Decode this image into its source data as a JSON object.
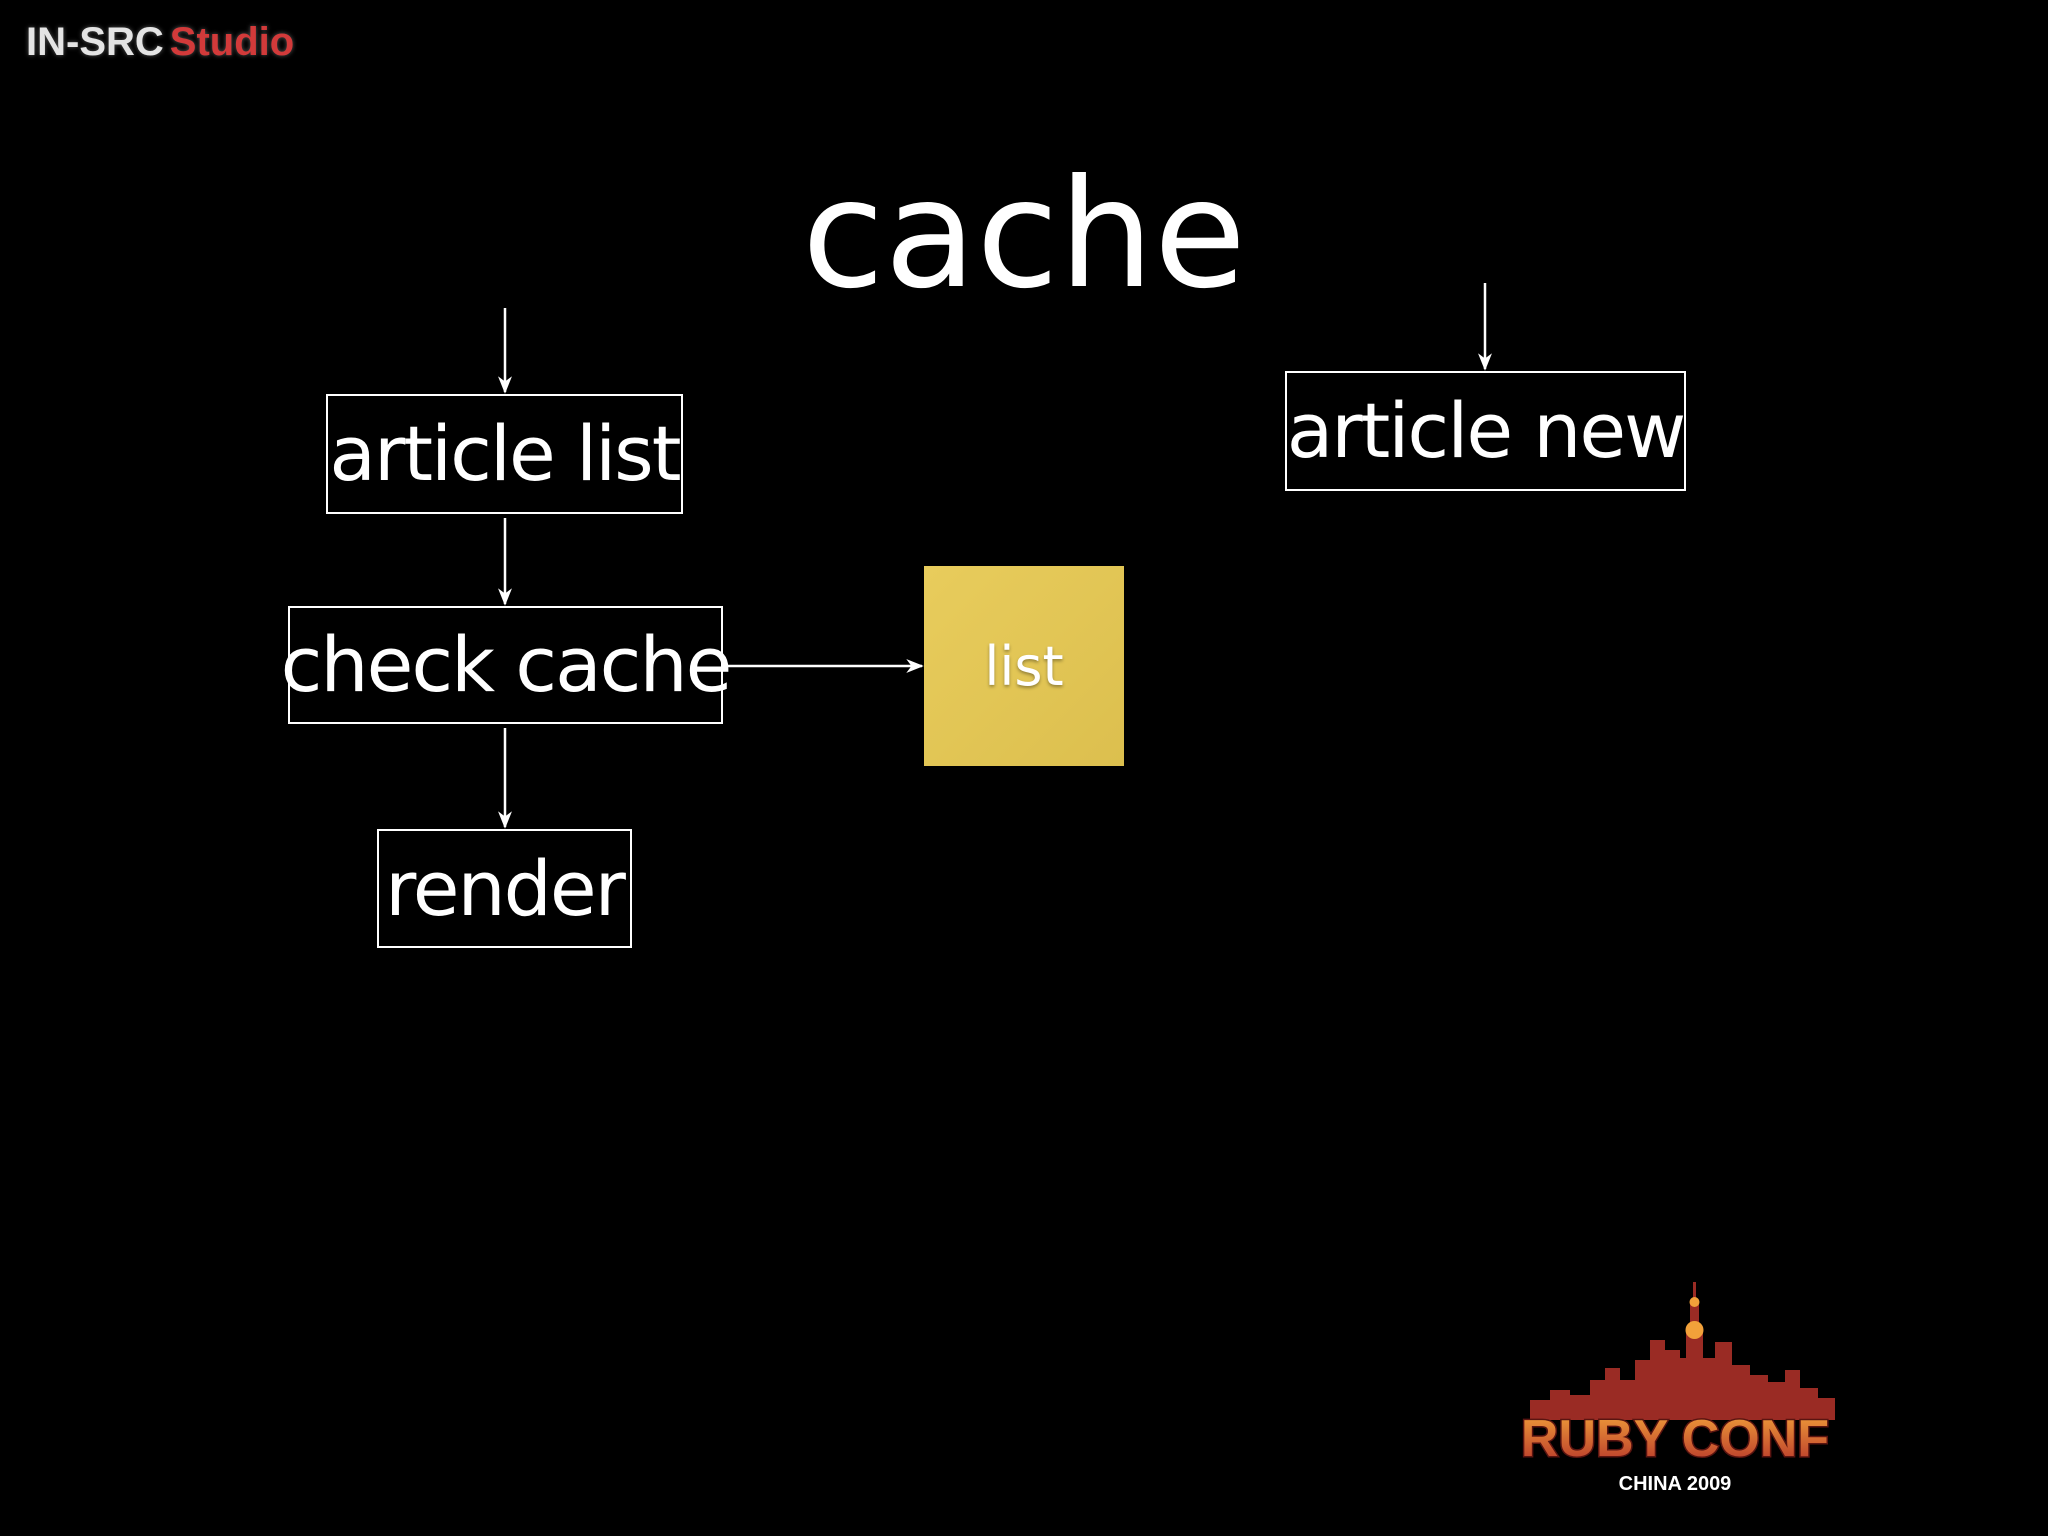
{
  "header": {
    "brand_part1": "IN-SRC",
    "brand_part2": "Studio"
  },
  "slide": {
    "title": "cache"
  },
  "diagram": {
    "nodes": {
      "article_list": "article list",
      "check_cache": "check cache",
      "render": "render",
      "article_new": "article new"
    },
    "cache_note": "list",
    "edges": [
      {
        "from": "entry",
        "to": "article list"
      },
      {
        "from": "article list",
        "to": "check cache"
      },
      {
        "from": "check cache",
        "to": "render"
      },
      {
        "from": "check cache",
        "to": "list"
      },
      {
        "from": "entry",
        "to": "article new"
      }
    ]
  },
  "logo": {
    "line1": "RUBY CONF",
    "line2": "CHINA 2009"
  },
  "colors": {
    "background": "#000000",
    "foreground": "#ffffff",
    "brand_accent": "#d23a3a",
    "note_yellow": "#e8cc5c",
    "logo_orange": "#f2a13a",
    "logo_red": "#b5322a"
  }
}
